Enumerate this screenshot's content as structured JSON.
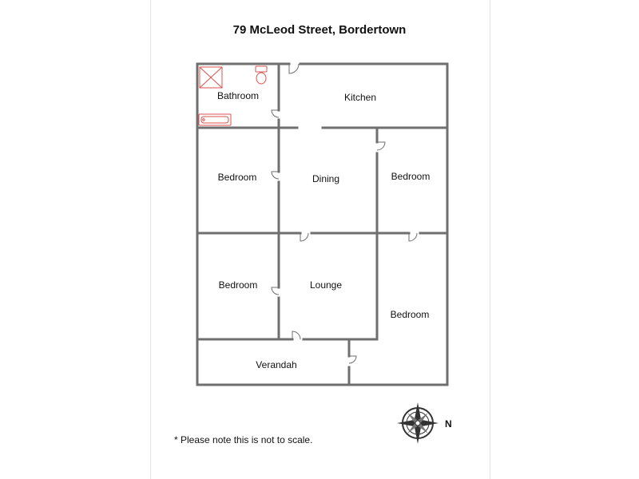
{
  "title": "79 McLeod Street, Bordertown",
  "rooms": {
    "bathroom": "Bathroom",
    "kitchen": "Kitchen",
    "bedroom_1": "Bedroom",
    "dining": "Dining",
    "bedroom_2": "Bedroom",
    "bedroom_3": "Bedroom",
    "lounge": "Lounge",
    "bedroom_4": "Bedroom",
    "verandah": "Verandah"
  },
  "compass": {
    "label": "N",
    "icon": "compass-rose-icon"
  },
  "note": "* Please note this is not to scale.",
  "colors": {
    "wall": "#6f6f6f",
    "fixture": "#d9534f",
    "text": "#111111"
  }
}
